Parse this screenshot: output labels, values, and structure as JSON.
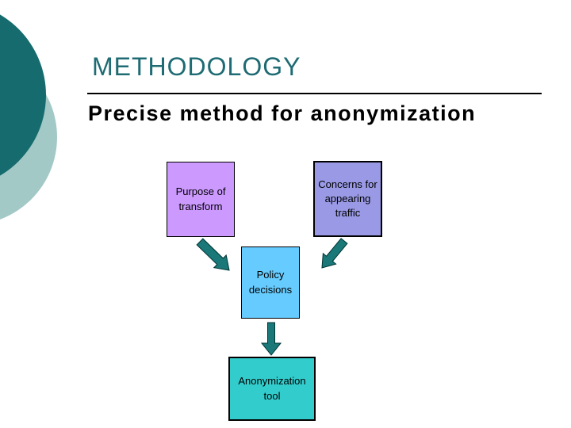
{
  "slide": {
    "title": "METHODOLOGY",
    "subtitle": "Precise method for anonymization"
  },
  "colors": {
    "title_text": "#1e6b73",
    "subtitle_text": "#000000",
    "circle_dark": "#156b6e",
    "circle_light": "#a3c9c6",
    "arrow_fill": "#1a7878",
    "arrow_outline": "#003333",
    "rule": "#000000",
    "box_border": "#000000"
  },
  "diagram": {
    "boxes": [
      {
        "id": "purpose",
        "label": "Purpose of\ntransform",
        "color": "#cc99ff"
      },
      {
        "id": "concerns",
        "label": "Concerns for\nappearing\ntraffic",
        "color": "#9999e6"
      },
      {
        "id": "policy",
        "label": "Policy\ndecisions",
        "color": "#66ccff"
      },
      {
        "id": "anonymization",
        "label": "Anonymization\ntool",
        "color": "#33cccc"
      }
    ],
    "arrows": [
      {
        "name": "purpose-to-policy",
        "direction": "down-right"
      },
      {
        "name": "concerns-to-policy",
        "direction": "down-left"
      },
      {
        "name": "policy-to-tool",
        "direction": "down"
      }
    ]
  }
}
